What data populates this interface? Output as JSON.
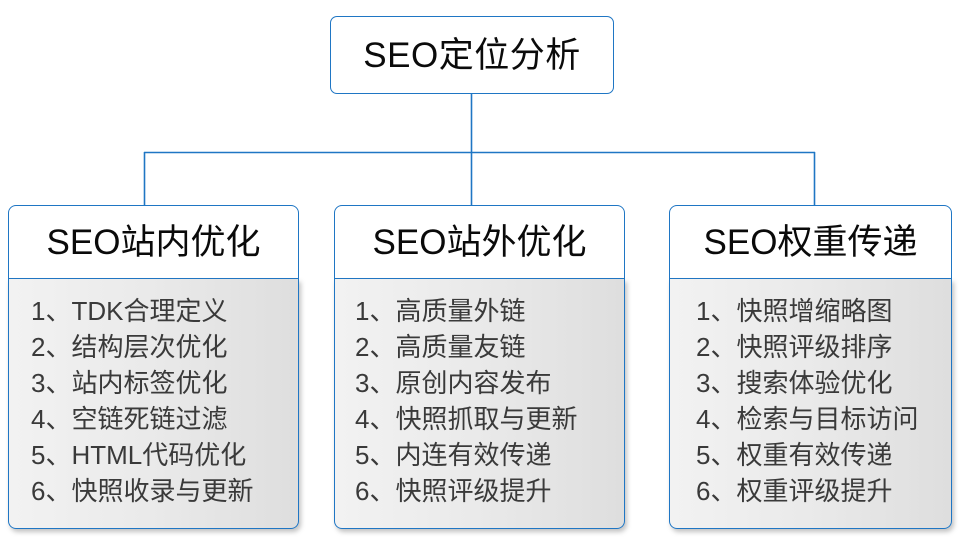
{
  "diagram": {
    "type": "org-chart",
    "accent_color": "#1f76c4",
    "body_text_color": "#3a3a3a",
    "title_text_color": "#0a0a0a",
    "root": {
      "label": "SEO定位分析"
    },
    "columns": [
      {
        "header": "SEO站内优化",
        "items": [
          {
            "index": "1、",
            "label": "TDK合理定义"
          },
          {
            "index": "2、",
            "label": "结构层次优化"
          },
          {
            "index": "3、",
            "label": "站内标签优化"
          },
          {
            "index": "4、",
            "label": "空链死链过滤"
          },
          {
            "index": "5、",
            "label": "HTML代码优化"
          },
          {
            "index": "6、",
            "label": "快照收录与更新"
          }
        ]
      },
      {
        "header": "SEO站外优化",
        "items": [
          {
            "index": "1、",
            "label": "高质量外链"
          },
          {
            "index": "2、",
            "label": "高质量友链"
          },
          {
            "index": "3、",
            "label": "原创内容发布"
          },
          {
            "index": "4、",
            "label": "快照抓取与更新"
          },
          {
            "index": "5、",
            "label": "内连有效传递"
          },
          {
            "index": "6、",
            "label": "快照评级提升"
          }
        ]
      },
      {
        "header": "SEO权重传递",
        "items": [
          {
            "index": "1、",
            "label": "快照增缩略图"
          },
          {
            "index": "2、",
            "label": "快照评级排序"
          },
          {
            "index": "3、",
            "label": "搜索体验优化"
          },
          {
            "index": "4、",
            "label": "检索与目标访问"
          },
          {
            "index": "5、",
            "label": "权重有效传递"
          },
          {
            "index": "6、",
            "label": "权重评级提升"
          }
        ]
      }
    ]
  }
}
